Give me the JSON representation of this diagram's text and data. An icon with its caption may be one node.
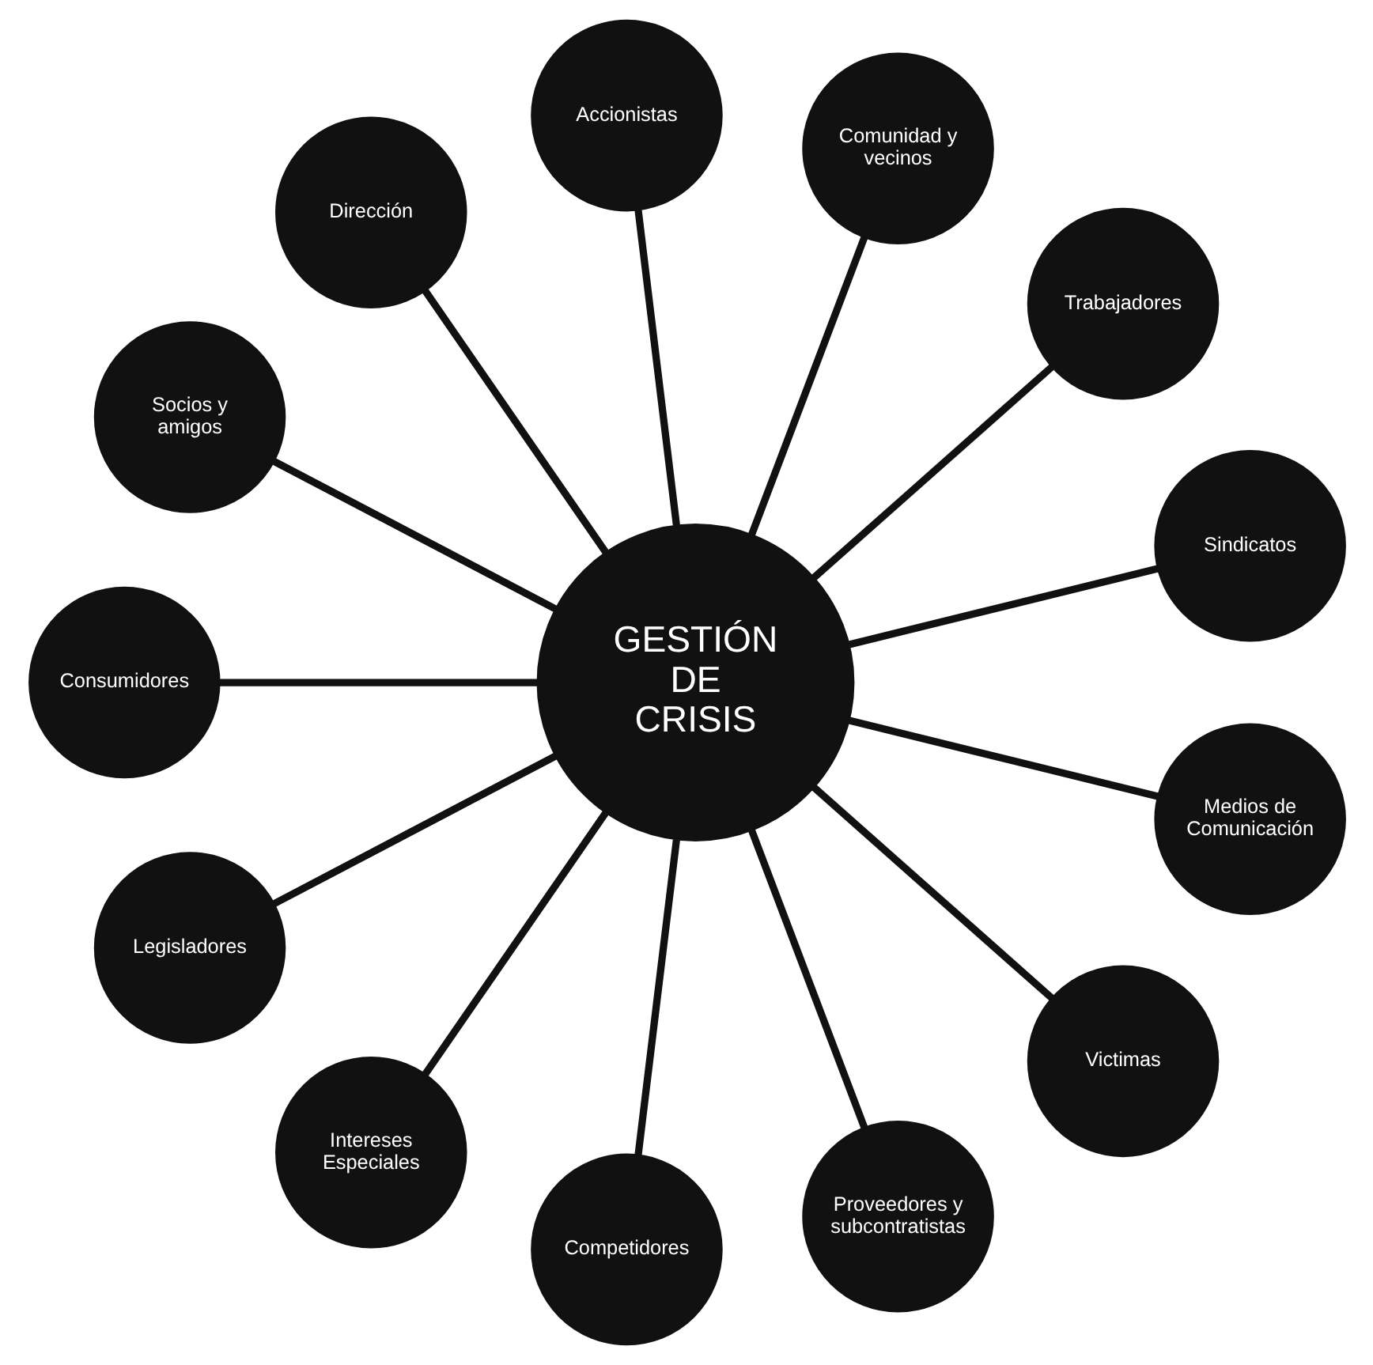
{
  "diagram": {
    "nodes": [
      {
        "text": [
          "GESTIÓN DE CRISIS"
        ]
      },
      {
        "text": [
          "Sindicatos"
        ]
      },
      {
        "text": [
          "Trabajadores"
        ]
      },
      {
        "text": [
          "Comunidad y vecinos"
        ]
      },
      {
        "text": [
          "Accionistas"
        ]
      },
      {
        "text": [
          "Dirección"
        ]
      },
      {
        "text": [
          "Socios y amigos"
        ]
      },
      {
        "text": [
          "Consumidores"
        ]
      },
      {
        "text": [
          "Legisladores"
        ]
      },
      {
        "text": [
          "Intereses Especiales"
        ]
      },
      {
        "text": [
          "Competidores"
        ]
      },
      {
        "text": [
          "Proveedores y subcontratistas"
        ]
      },
      {
        "text": [
          "Victimas"
        ]
      },
      {
        "text": [
          "Medios de Comunicación"
        ]
      }
    ],
    "edges": [
      {
        "from": 0,
        "to": 1,
        "arrow": "none"
      },
      {
        "from": 0,
        "to": 2,
        "arrow": "none"
      },
      {
        "from": 0,
        "to": 3,
        "arrow": "none"
      },
      {
        "from": 0,
        "to": 4,
        "arrow": "none"
      },
      {
        "from": 0,
        "to": 5,
        "arrow": "none"
      },
      {
        "from": 0,
        "to": 6,
        "arrow": "none"
      },
      {
        "from": 0,
        "to": 7,
        "arrow": "none"
      },
      {
        "from": 0,
        "to": 8,
        "arrow": "none"
      },
      {
        "from": 0,
        "to": 9,
        "arrow": "none"
      },
      {
        "from": 0,
        "to": 10,
        "arrow": "none"
      },
      {
        "from": 0,
        "to": 11,
        "arrow": "none"
      },
      {
        "from": 0,
        "to": 12,
        "arrow": "none"
      },
      {
        "from": 0,
        "to": 13,
        "arrow": "none"
      }
    ]
  }
}
